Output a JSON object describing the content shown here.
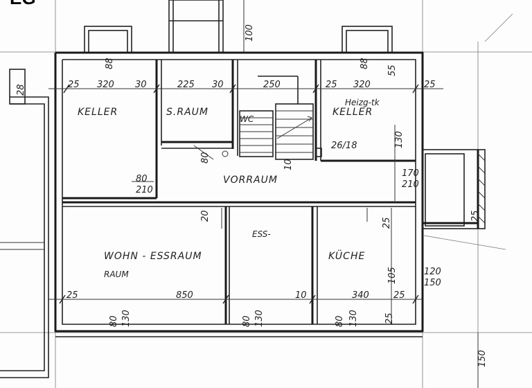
{
  "plan": {
    "title": "EG",
    "rooms": {
      "keller": "KELLER",
      "sraum": "S.RAUM",
      "keller2": "KELLER",
      "keller2_note": "Heizg-tk",
      "wc": "WC",
      "vorraum": "VORRAUM",
      "wohn": "WOHN - ESSRAUM",
      "ess_note": "ESS-",
      "raum": "RAUM",
      "kueche": "KÜCHE"
    },
    "dimensions": {
      "top_left": "25",
      "keller_w": "320",
      "keller_r": "30",
      "sraum_w": "225",
      "sraum_r": "30",
      "stair_w": "250",
      "k2_l": "25",
      "k2_w": "320",
      "right": "25",
      "stair_step": "26/18",
      "bottom_left": "25",
      "wohn_w": "850",
      "k_10": "10",
      "kueche_w": "340",
      "k_25": "25",
      "k_257": "25",
      "vert_100": "100",
      "vert_150": "150",
      "window_88_a": "88",
      "window_88_b": "88",
      "win_80": "80",
      "win_130": "130",
      "win_120": "120",
      "win_150": "150",
      "win_80_130_a": "80",
      "win_80_130_b": "130",
      "win_80_130_c": "80",
      "win_80_130_d": "130",
      "win_80_130_e": "80",
      "win_80_130_f": "130",
      "left_28": "28",
      "left_25": "25",
      "v_25_a": "25",
      "v_25_b": "25",
      "v_55": "55",
      "v_105": "105",
      "v_80_210": "80",
      "v_210": "210",
      "v_170": "170",
      "v_210b": "210",
      "v_10": "10",
      "v_20": "20",
      "bottom_150": "150"
    }
  }
}
